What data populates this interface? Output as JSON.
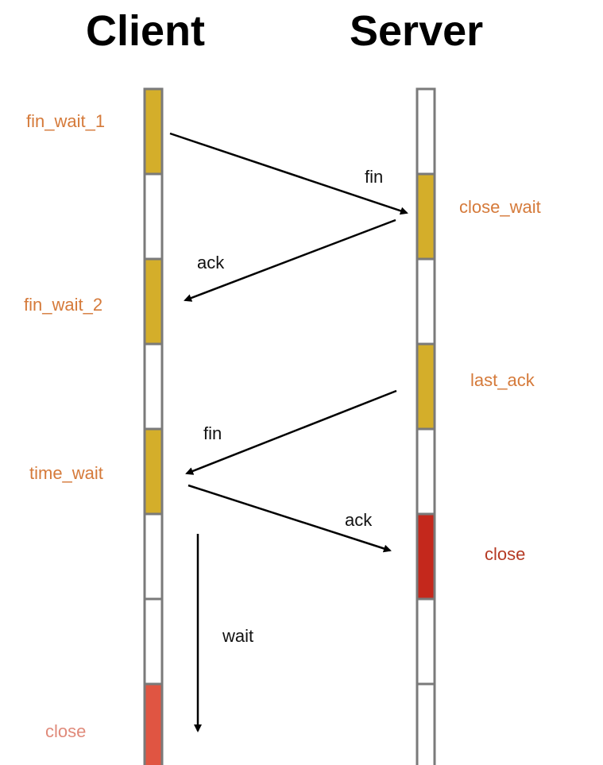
{
  "headers": {
    "client": "Client",
    "server": "Server"
  },
  "colors": {
    "active": "#d4ae2a",
    "closed_server": "#c4281c",
    "closed_client": "#e05542",
    "idle": "#ffffff",
    "border": "#7a7a7a",
    "state_text": "#d57a3a",
    "close_server_text": "#b53a24",
    "close_client_text": "#e08a7a",
    "arrow": "#000000"
  },
  "client_timeline": [
    "active",
    "idle",
    "active",
    "idle",
    "active",
    "idle",
    "idle",
    "closed_client"
  ],
  "server_timeline": [
    "idle",
    "active",
    "idle",
    "active",
    "idle",
    "closed_server",
    "idle",
    "idle"
  ],
  "client_states": {
    "fin_wait_1": "fin_wait_1",
    "fin_wait_2": "fin_wait_2",
    "time_wait": "time_wait",
    "close": "close"
  },
  "server_states": {
    "close_wait": "close_wait",
    "last_ack": "last_ack",
    "close": "close"
  },
  "messages": {
    "fin_1": "fin",
    "ack_1": "ack",
    "fin_2": "fin",
    "ack_2": "ack",
    "wait": "wait"
  }
}
